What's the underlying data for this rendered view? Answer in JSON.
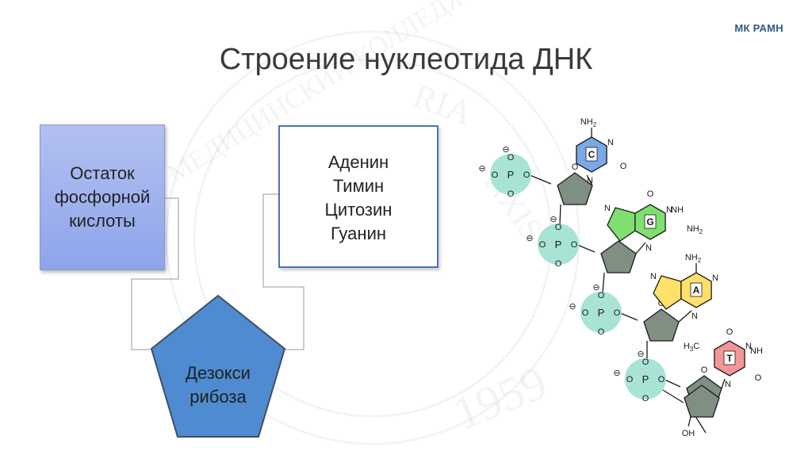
{
  "brand": "МК РАМН",
  "title": "Строение нуклеотида ДНК",
  "phosphate_box": {
    "lines": [
      "Остаток",
      "фосфорной",
      "кислоты"
    ]
  },
  "bases_box": {
    "lines": [
      "Аденин",
      "Тимин",
      "Цитозин",
      "Гуанин"
    ]
  },
  "sugar": {
    "lines": [
      "Дезокси",
      "рибоза"
    ]
  },
  "watermark": {
    "arc_text": "МЕДИЦИНСКИЙ КОЛЛЕДЖ",
    "word": "RIA",
    "word2": "AXIS",
    "year": "1959"
  },
  "molecule": {
    "phosphate": {
      "atom_p": "P",
      "atom_o": "O",
      "charge": "⊖"
    },
    "bases": [
      {
        "letter": "C",
        "color": "#7aa8e8"
      },
      {
        "letter": "G",
        "color": "#7fe06f"
      },
      {
        "letter": "A",
        "color": "#ffe06a"
      },
      {
        "letter": "T",
        "color": "#f29696"
      }
    ],
    "labels": {
      "nh2": "NH",
      "nh2_sub": "2",
      "n": "N",
      "o": "O",
      "nh": "NH",
      "h3c": "H",
      "h3c_sub": "3",
      "h3c_tail": "C",
      "oh": "OH"
    },
    "colors": {
      "phosphate": "#a8e3d6",
      "sugar": "#7f8f82"
    }
  }
}
